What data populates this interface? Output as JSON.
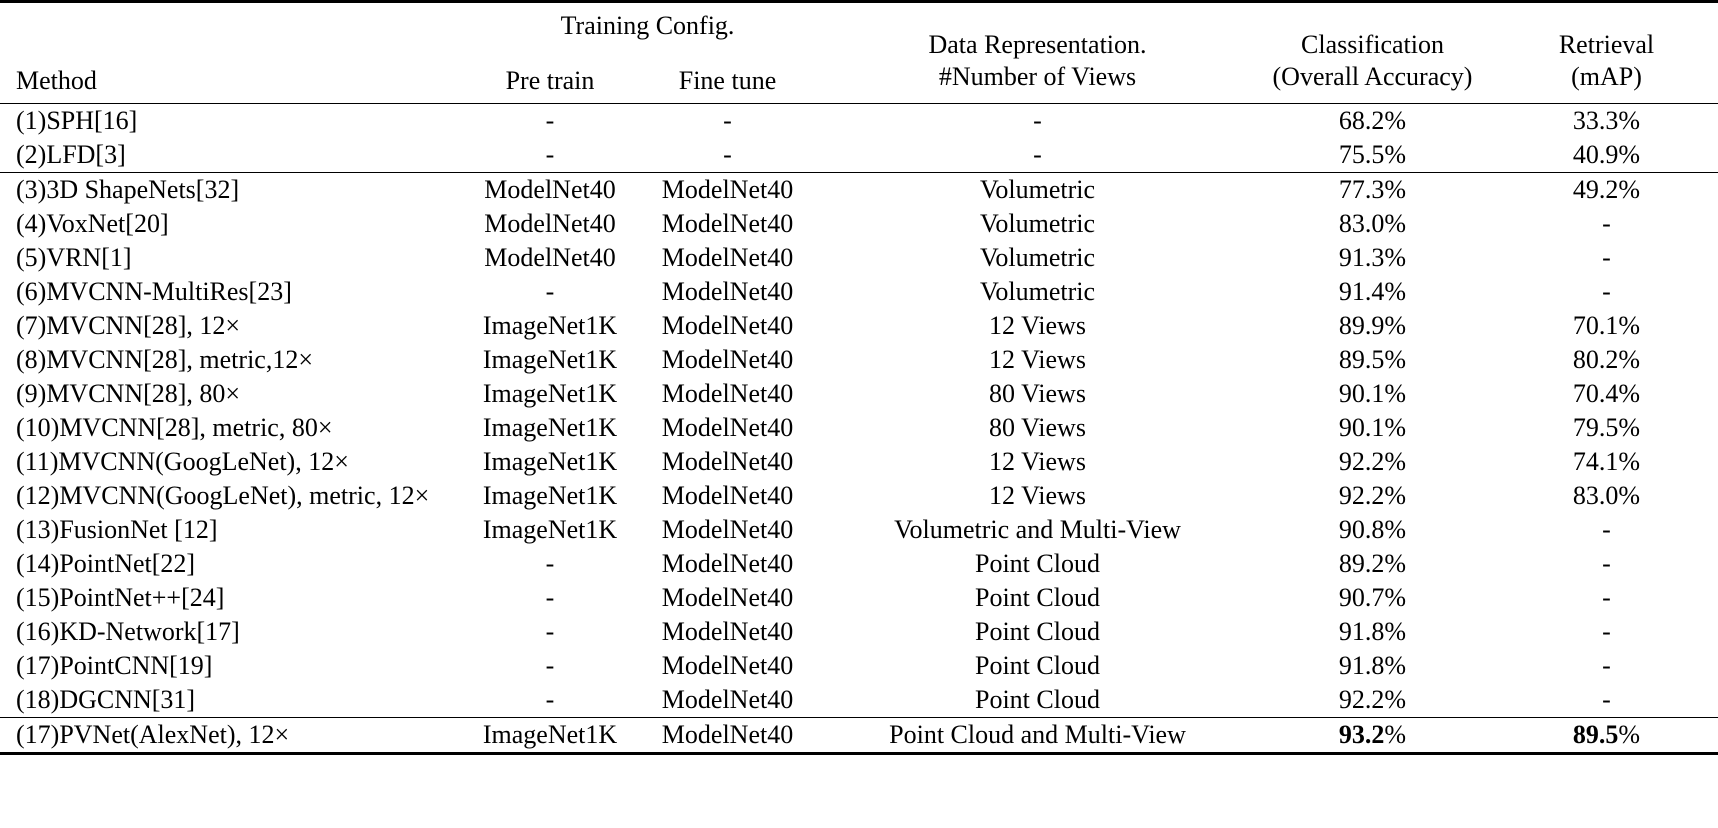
{
  "table": {
    "caption_present": false,
    "header": {
      "method": "Method",
      "training_config": {
        "group_label": "Training Config.",
        "pre_train": "Pre train",
        "fine_tune": "Fine tune"
      },
      "data_representation": {
        "line1": "Data Representation.",
        "line2": "#Number of Views"
      },
      "classification": {
        "line1": "Classification",
        "line2": "(Overall Accuracy)"
      },
      "retrieval": {
        "line1": "Retrieval",
        "line2": "(mAP)"
      }
    },
    "sections": [
      {
        "rows": [
          {
            "method": "(1)SPH[16]",
            "pre_train": "-",
            "fine_tune": "-",
            "representation": "-",
            "classification": "68.2%",
            "retrieval": "33.3%"
          },
          {
            "method": "(2)LFD[3]",
            "pre_train": "-",
            "fine_tune": "-",
            "representation": "-",
            "classification": "75.5%",
            "retrieval": "40.9%"
          }
        ]
      },
      {
        "rows": [
          {
            "method": "(3)3D ShapeNets[32]",
            "pre_train": "ModelNet40",
            "fine_tune": "ModelNet40",
            "representation": "Volumetric",
            "classification": "77.3%",
            "retrieval": "49.2%"
          },
          {
            "method": "(4)VoxNet[20]",
            "pre_train": "ModelNet40",
            "fine_tune": "ModelNet40",
            "representation": "Volumetric",
            "classification": "83.0%",
            "retrieval": "-"
          },
          {
            "method": "(5)VRN[1]",
            "pre_train": "ModelNet40",
            "fine_tune": "ModelNet40",
            "representation": "Volumetric",
            "classification": "91.3%",
            "retrieval": "-"
          },
          {
            "method": "(6)MVCNN-MultiRes[23]",
            "pre_train": "-",
            "fine_tune": "ModelNet40",
            "representation": "Volumetric",
            "classification": "91.4%",
            "retrieval": "-"
          },
          {
            "method": "(7)MVCNN[28], 12×",
            "pre_train": "ImageNet1K",
            "fine_tune": "ModelNet40",
            "representation": "12 Views",
            "classification": "89.9%",
            "retrieval": "70.1%"
          },
          {
            "method": "(8)MVCNN[28], metric,12×",
            "pre_train": "ImageNet1K",
            "fine_tune": "ModelNet40",
            "representation": "12 Views",
            "classification": "89.5%",
            "retrieval": "80.2%"
          },
          {
            "method": "(9)MVCNN[28], 80×",
            "pre_train": "ImageNet1K",
            "fine_tune": "ModelNet40",
            "representation": "80 Views",
            "classification": "90.1%",
            "retrieval": "70.4%"
          },
          {
            "method": "(10)MVCNN[28], metric, 80×",
            "pre_train": "ImageNet1K",
            "fine_tune": "ModelNet40",
            "representation": "80 Views",
            "classification": "90.1%",
            "retrieval": "79.5%"
          },
          {
            "method": "(11)MVCNN(GoogLeNet), 12×",
            "pre_train": "ImageNet1K",
            "fine_tune": "ModelNet40",
            "representation": "12 Views",
            "classification": "92.2%",
            "retrieval": "74.1%"
          },
          {
            "method": "(12)MVCNN(GoogLeNet), metric, 12×",
            "pre_train": "ImageNet1K",
            "fine_tune": "ModelNet40",
            "representation": "12 Views",
            "classification": "92.2%",
            "retrieval": "83.0%"
          },
          {
            "method": "(13)FusionNet [12]",
            "pre_train": "ImageNet1K",
            "fine_tune": "ModelNet40",
            "representation": "Volumetric and Multi-View",
            "classification": "90.8%",
            "retrieval": "-"
          },
          {
            "method": "(14)PointNet[22]",
            "pre_train": "-",
            "fine_tune": "ModelNet40",
            "representation": "Point Cloud",
            "classification": "89.2%",
            "retrieval": "-"
          },
          {
            "method": "(15)PointNet++[24]",
            "pre_train": "-",
            "fine_tune": "ModelNet40",
            "representation": "Point Cloud",
            "classification": "90.7%",
            "retrieval": "-"
          },
          {
            "method": "(16)KD-Network[17]",
            "pre_train": "-",
            "fine_tune": "ModelNet40",
            "representation": "Point Cloud",
            "classification": "91.8%",
            "retrieval": "-"
          },
          {
            "method": "(17)PointCNN[19]",
            "pre_train": "-",
            "fine_tune": "ModelNet40",
            "representation": "Point Cloud",
            "classification": "91.8%",
            "retrieval": "-"
          },
          {
            "method": "(18)DGCNN[31]",
            "pre_train": "-",
            "fine_tune": "ModelNet40",
            "representation": "Point Cloud",
            "classification": "92.2%",
            "retrieval": "-"
          }
        ]
      },
      {
        "rows": [
          {
            "method": "(17)PVNet(AlexNet), 12×",
            "pre_train": "ImageNet1K",
            "fine_tune": "ModelNet40",
            "representation": "Point Cloud and Multi-View",
            "classification_bold_number": "93.2",
            "classification_percent": "%",
            "retrieval_bold_number": "89.5",
            "retrieval_percent": "%",
            "highlight": true
          }
        ]
      }
    ]
  }
}
